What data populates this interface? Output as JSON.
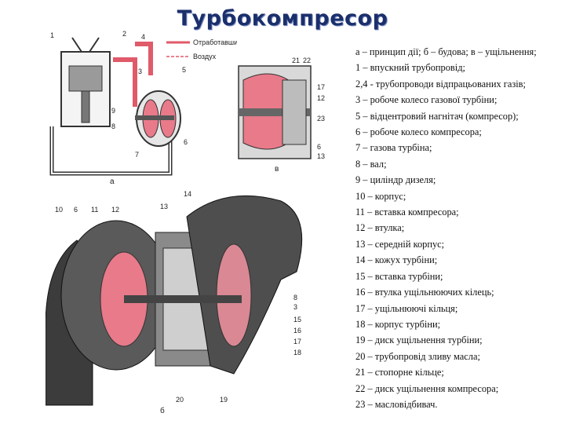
{
  "title": "Турбокомпресор",
  "diagram_a": {
    "legend_exhaust": "Отработавшие газы",
    "legend_air": "Воздух",
    "sublabel": "а",
    "numbers": [
      "1",
      "2",
      "4",
      "3",
      "5",
      "9",
      "8",
      "7",
      "6"
    ]
  },
  "diagram_v": {
    "sublabel": "в",
    "numbers": [
      "21",
      "22",
      "17",
      "12",
      "23",
      "6",
      "13"
    ]
  },
  "diagram_b": {
    "sublabel": "б",
    "numbers": [
      "10",
      "6",
      "11",
      "12",
      "13",
      "14",
      "8",
      "3",
      "15",
      "16",
      "17",
      "18",
      "20",
      "19"
    ]
  },
  "legend": [
    "а – принцип дії; б – будова; в – ущільнення;",
    "1 – впускний трубопровід;",
    "2,4 - трубопроводи відпрацьованих газів;",
    "3 – робоче колесо газової турбіни;",
    "5 – відцентровий нагнітач (компресор);",
    "6 – робоче колесо компресора;",
    "7 – газова турбіна;",
    "8 – вал;",
    "9 – циліндр дизеля;",
    "10 – корпус;",
    "11 – вставка компресора;",
    "12 – втулка;",
    "13 – середній корпус;",
    "14 – кожух турбіни;",
    "15 – вставка турбіни;",
    "16 – втулка ущільнюючих кілець;",
    "17 – ущільнюючі кільця;",
    "18 – корпус турбіни;",
    "19 – диск ущільнення турбіни;",
    "20 – трубопровід зливу масла;",
    "21 – стопорне кільце;",
    "22 – диск ущільнення компресора;",
    "23 – масловідбивач."
  ]
}
